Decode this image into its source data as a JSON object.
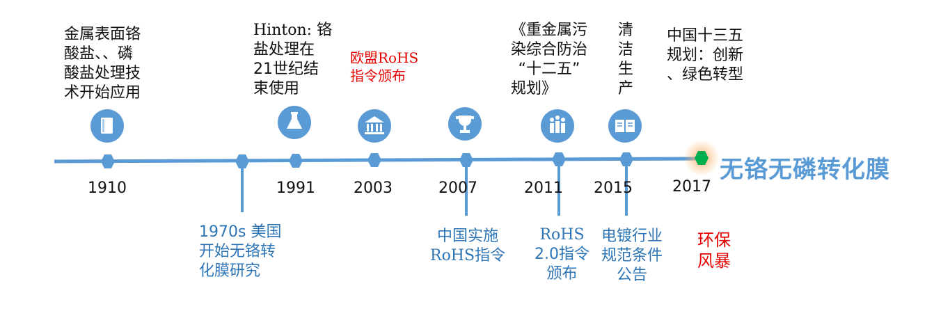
{
  "title": "无铬无磷转化膜",
  "colors": {
    "line": "#5b9bd5",
    "accent_green": "#00b050",
    "glow": "#f6b26b",
    "red": "#e60000",
    "blue_text": "#2e75b6"
  },
  "years": [
    "1910",
    "1991",
    "2003",
    "2007",
    "2011",
    "2015",
    "2017"
  ],
  "top_events": [
    {
      "lines": [
        "金属表面铬",
        "酸盐、、磷",
        "酸盐处理技",
        "术开始应用"
      ],
      "icon": "book-icon"
    },
    {
      "lines": [
        "Hinton: 铬",
        "盐处理在",
        "21世纪结",
        "束使用"
      ],
      "icon": "flask-icon"
    },
    {
      "lines": [
        "欧盟RoHS",
        "指令颁布"
      ],
      "icon": "bank-icon"
    },
    {
      "lines": [
        "《重金属污",
        "染综合防治",
        "“十二五”",
        "规划》"
      ],
      "icon": "trophy-icon"
    },
    {
      "lines": [
        "清",
        "洁",
        "生",
        "产"
      ],
      "icon": "people-icon"
    },
    {
      "lines": [
        "中国十三五",
        "规划：创新",
        "、绿色转型"
      ],
      "icon": "open-book-icon"
    }
  ],
  "bottom_events": [
    {
      "lines": [
        "1970s 美国",
        "开始无铬转",
        "化膜研究"
      ]
    },
    {
      "lines": [
        "中国实施",
        "RoHS指令"
      ]
    },
    {
      "lines": [
        "RoHS",
        "2.0指令",
        "颁布"
      ]
    },
    {
      "lines": [
        "电镀行业",
        "规范条件",
        "公告"
      ]
    },
    {
      "lines": [
        "环保",
        "风暴"
      ]
    }
  ]
}
